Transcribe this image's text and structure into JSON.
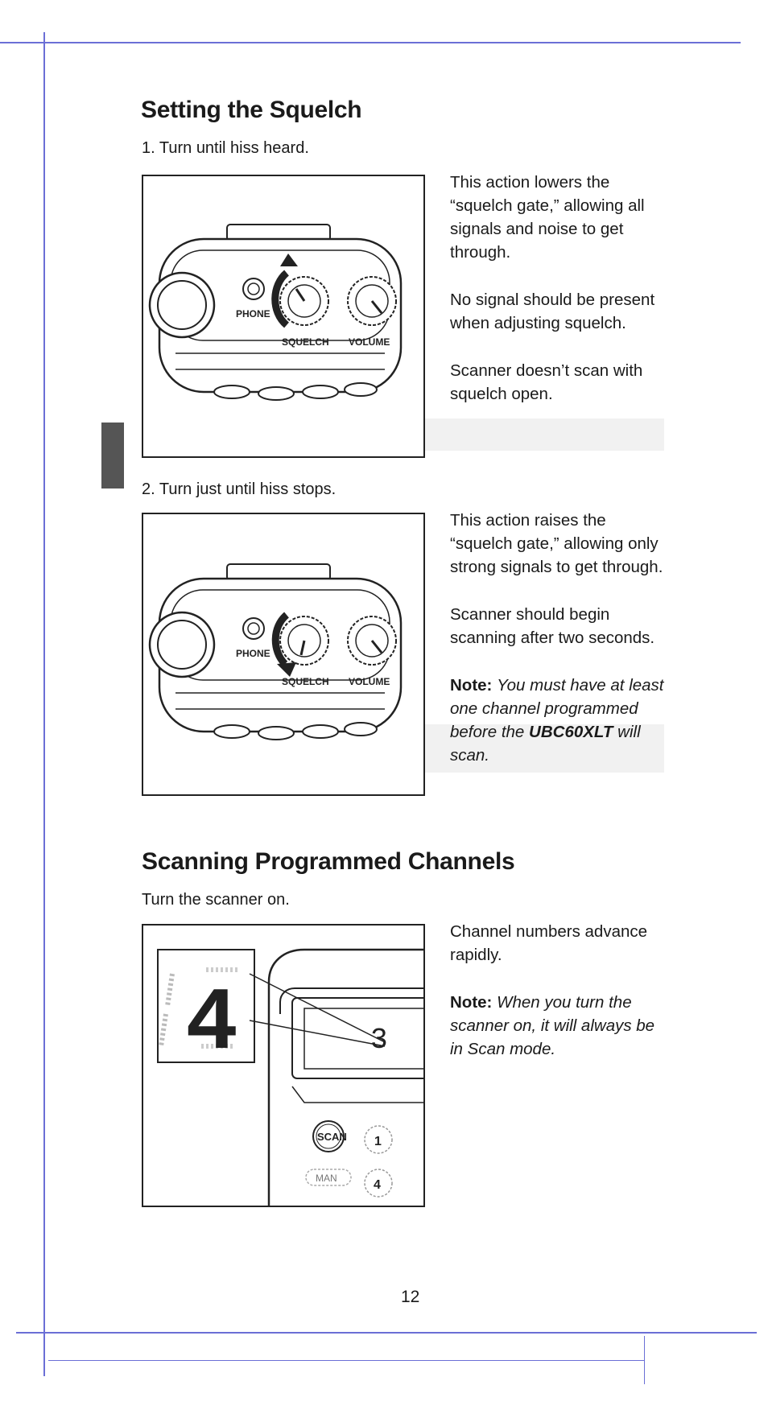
{
  "section1": {
    "title": "Setting the Squelch",
    "step1": "1. Turn until hiss heard.",
    "step1_text": [
      "This action lowers the “squelch gate,” allowing all signals and noise to get through.",
      "No signal should be present when adjusting squelch.",
      "Scanner doesn’t scan with squelch open."
    ],
    "step2": "2. Turn just until hiss stops.",
    "step2_text": [
      "This action raises the “squelch gate,” allowing only strong signals to get through.",
      "Scanner should begin scanning after two seconds."
    ],
    "note": {
      "label": "Note:",
      "text": "You must have at least one channel programmed before the",
      "model": "UBC60XLT",
      "end": "will scan."
    }
  },
  "figures": {
    "knob_labels": {
      "phone": "PHONE",
      "squelch": "SQUELCH",
      "volume": "VOLUME"
    },
    "display": {
      "big_digit": "4",
      "small_digit": "3"
    },
    "keys": {
      "scan": "SCAN",
      "man": "MAN",
      "key1": "1",
      "key4": "4"
    }
  },
  "section2": {
    "title": "Scanning Programmed Channels",
    "intro": "Turn the scanner on.",
    "text": "Channel numbers advance rapidly.",
    "note": {
      "label": "Note:",
      "text": "When you turn the scanner on, it will always be in Scan mode."
    }
  },
  "page_number": "12",
  "colors": {
    "trim_line": "#6b6fd6",
    "ink": "#1a1a1a",
    "tab_marker": "#555555"
  }
}
